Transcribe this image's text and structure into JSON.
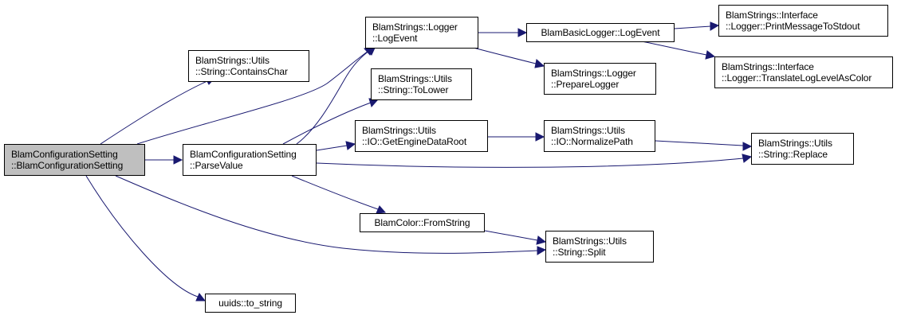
{
  "colors": {
    "edge": "#191970",
    "current_node_fill": "#bfbfbf",
    "node_fill": "#ffffff",
    "node_border": "#000000"
  },
  "nodes": {
    "ctor": [
      "BlamConfigurationSetting",
      "::BlamConfigurationSetting"
    ],
    "contains_char": [
      "BlamStrings::Utils",
      "::String::ContainsChar"
    ],
    "parse_value": [
      "BlamConfigurationSetting",
      "::ParseValue"
    ],
    "uuids_to_string": [
      "uuids::to_string"
    ],
    "logger_log_event": [
      "BlamStrings::Logger",
      "::LogEvent"
    ],
    "to_lower": [
      "BlamStrings::Utils",
      "::String::ToLower"
    ],
    "get_engine_data_root": [
      "BlamStrings::Utils",
      "::IO::GetEngineDataRoot"
    ],
    "color_from_string": [
      "BlamColor::FromString"
    ],
    "basic_logger_log_event": [
      "BlamBasicLogger::LogEvent"
    ],
    "prepare_logger": [
      "BlamStrings::Logger",
      "::PrepareLogger"
    ],
    "normalize_path": [
      "BlamStrings::Utils",
      "::IO::NormalizePath"
    ],
    "split": [
      "BlamStrings::Utils",
      "::String::Split"
    ],
    "print_message_to_stdout": [
      "BlamStrings::Interface",
      "::Logger::PrintMessageToStdout"
    ],
    "translate_log_level": [
      "BlamStrings::Interface",
      "::Logger::TranslateLogLevelAsColor"
    ],
    "replace": [
      "BlamStrings::Utils",
      "::String::Replace"
    ]
  }
}
